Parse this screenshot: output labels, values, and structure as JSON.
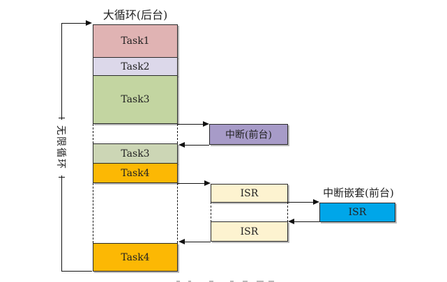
{
  "diagram": {
    "title": "大循环(后台)",
    "loop_label": "无限循环",
    "column": {
      "segments": [
        {
          "label": "Task1",
          "color": "#e0b3b3"
        },
        {
          "label": "Task2",
          "color": "#dcd8ea"
        },
        {
          "label": "Task3",
          "color": "#c3d5a1"
        },
        {
          "label": "Task3",
          "color": "#ccd6b5"
        },
        {
          "label": "Task4",
          "color": "#fcb804"
        },
        {
          "label": "Task4",
          "color": "#fcb804"
        }
      ]
    },
    "interrupt_box": {
      "label": "中断(前台)",
      "color": "#a79bc8"
    },
    "isr_boxes": [
      {
        "label": "ISR",
        "color": "#fdf3d0"
      },
      {
        "label": "ISR",
        "color": "#fdf3d0"
      }
    ],
    "nested": {
      "heading": "中断嵌套(前台)",
      "label": "ISR",
      "color": "#00a6e9"
    },
    "line_color": "#111111"
  }
}
